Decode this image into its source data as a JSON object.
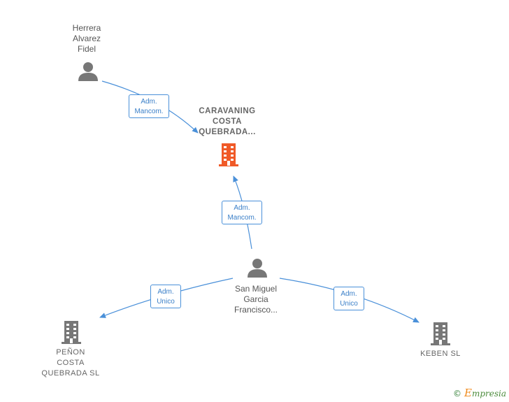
{
  "nodes": {
    "herrera": {
      "label": "Herrera\nAlvarez\nFidel",
      "icon": "person-icon"
    },
    "caravaning": {
      "label": "CARAVANING\nCOSTA\nQUEBRADA...",
      "icon": "building-icon",
      "color": "#f05a28"
    },
    "sanmiguel": {
      "label": "San Miguel\nGarcia\nFrancisco...",
      "icon": "person-icon"
    },
    "penon": {
      "label": "PEÑON\nCOSTA\nQUEBRADA SL",
      "icon": "building-icon"
    },
    "keben": {
      "label": "KEBEN SL",
      "icon": "building-icon"
    }
  },
  "edges": {
    "herrera_to_caravaning": {
      "role": "Adm.\nMancom."
    },
    "sanmiguel_to_caravaning": {
      "role": "Adm.\nMancom."
    },
    "sanmiguel_to_penon": {
      "role": "Adm.\nUnico"
    },
    "sanmiguel_to_keben": {
      "role": "Adm.\nUnico"
    }
  },
  "colors": {
    "edge": "#4a90d9",
    "person_icon": "#777777",
    "building_icon": "#777777",
    "focus_building": "#f05a28"
  },
  "brand": {
    "copyright": "©",
    "name": "mpresia",
    "initial": "E"
  }
}
